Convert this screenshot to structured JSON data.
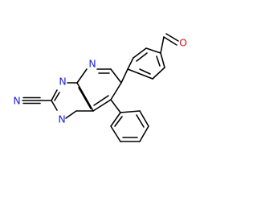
{
  "structure": {
    "atom_labels": {
      "nitrile_n": "N",
      "ring_n1": "N",
      "ring_n3": "N",
      "ring_n8": "N",
      "aldehyde_o": "O"
    },
    "colors": {
      "bond": "#000000",
      "nitrogen": "#2222dd",
      "oxygen": "#dd1111"
    }
  }
}
